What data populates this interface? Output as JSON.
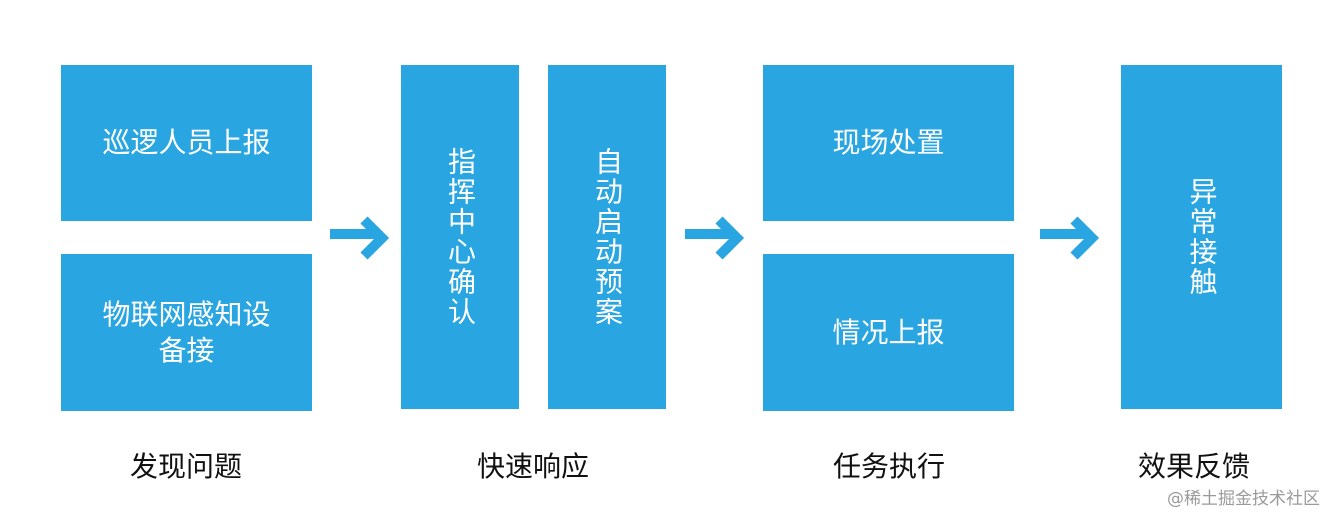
{
  "color": "#29a6e1",
  "stages": [
    {
      "label": "发现问题",
      "boxes": [
        "巡逻人员上报",
        "物联网感知设备接"
      ]
    },
    {
      "label": "快速响应",
      "boxes": [
        "指挥中心确认",
        "自动启动预案"
      ]
    },
    {
      "label": "任务执行",
      "boxes": [
        "现场处置",
        "情况上报"
      ]
    },
    {
      "label": "效果反馈",
      "boxes": [
        "异常接触"
      ]
    }
  ],
  "watermark": "@稀土掘金技术社区"
}
